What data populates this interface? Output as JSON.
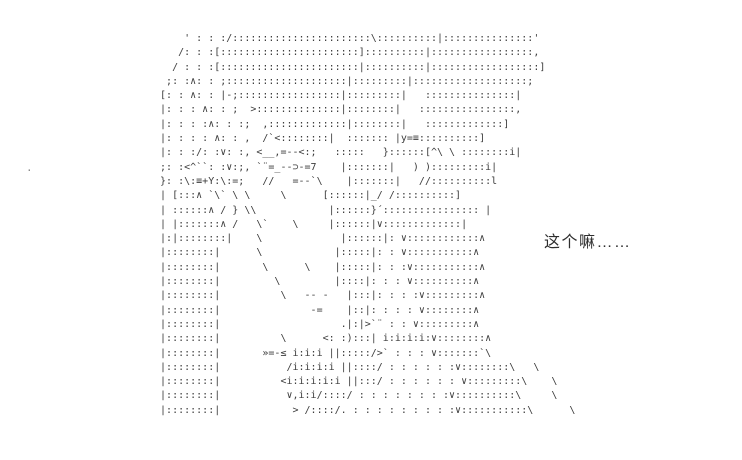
{
  "colors": {
    "background": "#ffffff",
    "art": "#3d3d3d",
    "speech_text": "#2e2e2e"
  },
  "speech": {
    "text": "这个嘛……"
  },
  "stray_mark": {
    "text": "."
  },
  "ascii_art": {
    "description": "2ch-style ASCII art of a character (head top-left, dotted shading bands, expanding V split lower right)",
    "lines": [
      "      ' : : :/:::::::::::::::::::::::\\::::::::::|:::::::::::::::'",
      "     /: : :[:::::::::::::::::::::::]::::::::::|:::::::::::::::::,",
      "    / : : :[:::::::::::::::::::::::|::::::::::|::::::::::::::::::]",
      "   ;: :∧: : ;::::::::::::::::::::|:::::::::|:::::::::::::::::::;",
      "  [: : ∧: : |-;:::::::::::::::::|:::::::::|   :::::::::::::::|",
      "  |: : : ∧: : ;  >::::::::::::::|::::::::|   ::::::::::::::::,",
      "  |: : : :∧: : :;  ,:::::::::::::|::::::::|   :::::::::::::]",
      "  |: : : : ∧: : ,  /`<::::::::|  ::::::: |y=≡::::::::::]",
      "  |: : :/: :∨: :, <__,=--<:;   :::::   }::::::[^\\ \\ ::::::::i|",
      "  ;: :<^``: :∨:;, `¨=_--⊃-=7    |:::::::|   ) ):::::::::i|",
      "  }: :\\:≡+Y:\\:=;   //   =--`\\    |:::::::|   //::::::::::l",
      "  | [:::∧ `\\` \\ \\     \\      [::::::|_/ /::::::::::]",
      "  | ::::::∧ / } \\\\            |::::::}´:::::::::::::::: |",
      "  | |:::::::∧ /   \\`    \\     |::::::|∨:::::::::::::|",
      "  |:|::::::::|    \\             |::::::|: ∨::::::::::::∧",
      "  |::::::::|      \\            |:::::|: : ∨:::::::::::∧",
      "  |::::::::|       \\      \\    |:::::|: : :∨:::::::::::∧",
      "  |::::::::|         \\         |::::|: : : ∨::::::::::∧",
      "  |::::::::|          \\   -- -   |:::|: : : :∨:::::::::∧",
      "  |::::::::|               -=    |::|: : : : ∨::::::::∧",
      "  |::::::::|                    .|:|>`¨ : : ∨:::::::::∧",
      "  |::::::::|          \\      <: :):::| i:i:i:i:∨::::::::∧",
      "  |::::::::|       »=-≤ i:i:i ||:::::/>` : : : ∨:::::::`\\",
      "  |::::::::|           /i:i:i:i ||::::/ : : : : : :∨::::::::\\   \\",
      "  |::::::::|          <i:i:i:i:i ||:::/ : : : : : : ∨:::::::::\\    \\",
      "  |::::::::|           ∨,i:i/::::/ : : : : : : : :∨::::::::::\\     \\",
      "  |::::::::|            > /::::/. : : : : : : : : :∨:::::::::::\\      \\"
    ]
  }
}
